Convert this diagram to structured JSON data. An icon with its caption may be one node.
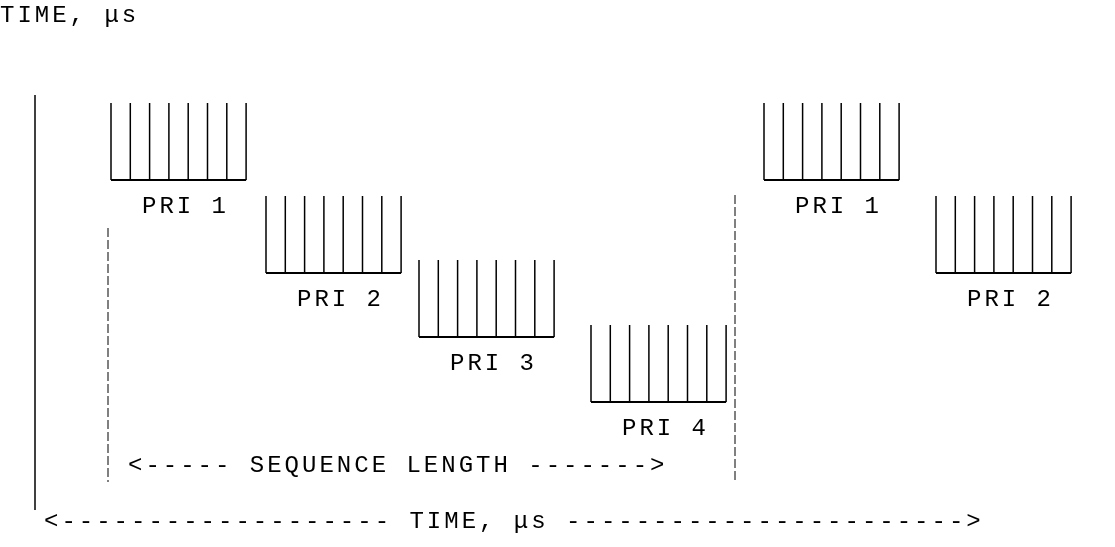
{
  "diagram": {
    "nodes": [
      {
        "text": [
          "PRI 1"
        ]
      },
      {
        "text": [
          "PRI 2"
        ]
      },
      {
        "text": [
          "PRI 3"
        ]
      },
      {
        "text": [
          "PRI 4"
        ]
      },
      {
        "text": [
          "PRI 1"
        ]
      },
      {
        "text": [
          "PRI 2"
        ]
      }
    ],
    "labels": [
      "TIME, μs",
      "<----- SEQUENCE LENGTH ------->",
      "<------------------- TIME, μs ----------------------->"
    ]
  }
}
